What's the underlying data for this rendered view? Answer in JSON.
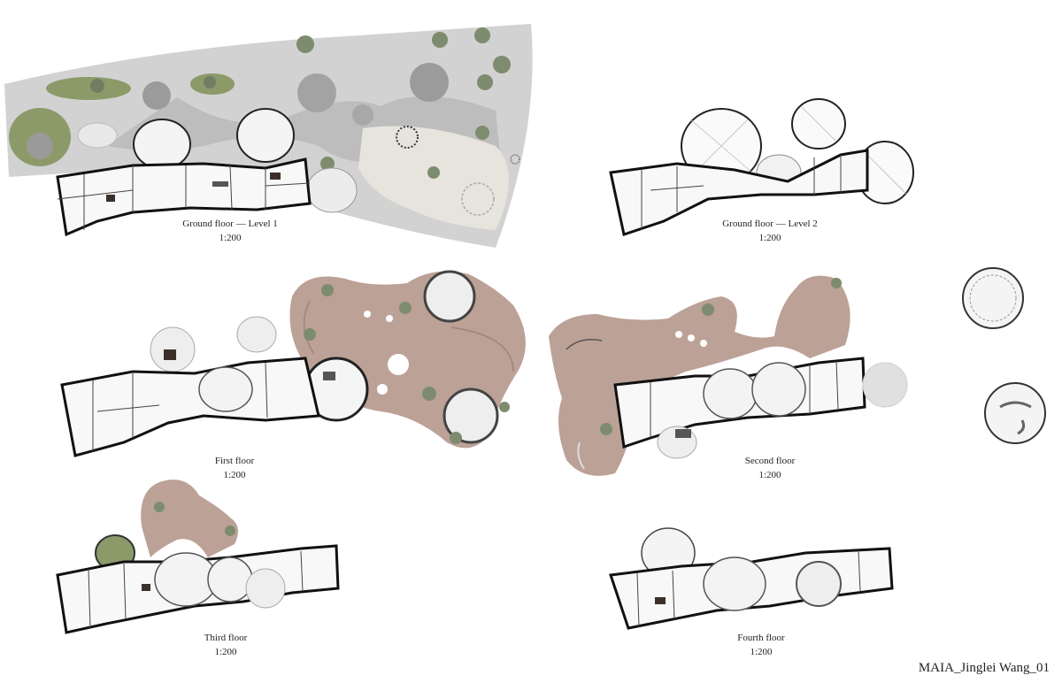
{
  "sheet": {
    "credit": "MAIA_Jinglei Wang_01",
    "colors": {
      "paving": "#c9c9c9",
      "lawn": "#8c9a6a",
      "terrace": "#bca196",
      "wall": "#111111",
      "tree": "#7d8c6e"
    }
  },
  "plans": [
    {
      "id": "ground-1",
      "title": "Ground floor — Level 1",
      "scale": "1:200"
    },
    {
      "id": "ground-2",
      "title": "Ground floor — Level 2",
      "scale": "1:200"
    },
    {
      "id": "first",
      "title": "First floor",
      "scale": "1:200"
    },
    {
      "id": "second",
      "title": "Second floor",
      "scale": "1:200"
    },
    {
      "id": "third",
      "title": "Third floor",
      "scale": "1:200"
    },
    {
      "id": "fourth",
      "title": "Fourth floor",
      "scale": "1:200"
    }
  ]
}
